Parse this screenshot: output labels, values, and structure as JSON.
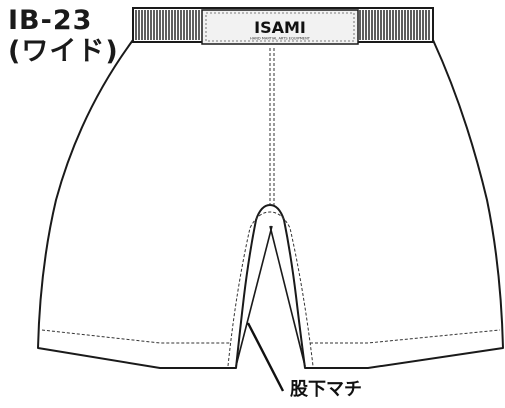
{
  "product": {
    "code": "IB-23",
    "variant": "(ワイド)"
  },
  "waistband": {
    "brand": "ISAMI",
    "tagline": "HAND MARTIAL ARTS EQUIPMENT"
  },
  "callout": {
    "label": "股下マチ"
  },
  "colors": {
    "outline": "#1a1a1a",
    "fill": "#ffffff",
    "label_fill": "#f0f0f0"
  }
}
